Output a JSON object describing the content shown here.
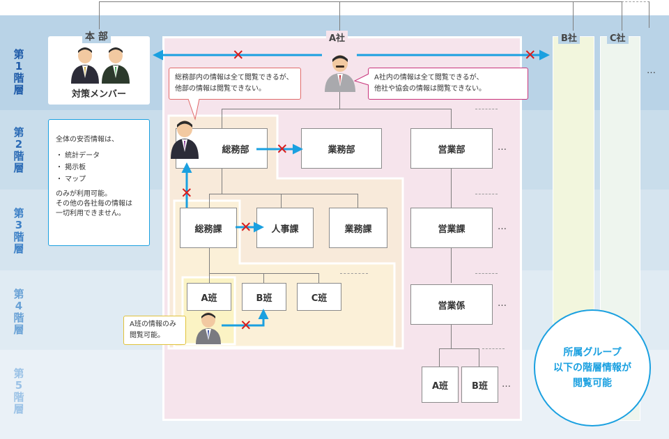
{
  "levels": [
    {
      "chars": [
        "第",
        "1",
        "階",
        "層"
      ],
      "color": "#1e5aa8"
    },
    {
      "chars": [
        "第",
        "2",
        "階",
        "層"
      ],
      "color": "#2a6ab5"
    },
    {
      "chars": [
        "第",
        "3",
        "階",
        "層"
      ],
      "color": "#3d80c6"
    },
    {
      "chars": [
        "第",
        "4",
        "階",
        "層"
      ],
      "color": "#6aa2d6"
    },
    {
      "chars": [
        "第",
        "5",
        "階",
        "層"
      ],
      "color": "#9bc2e6"
    }
  ],
  "honbu": {
    "title": "本 部",
    "members_label": "対策メンバー"
  },
  "honbu_info": {
    "line1": "全体の安否情報は、",
    "items": [
      "・ 統計データ",
      "・ 掲示板",
      "・ マップ"
    ],
    "line2": "のみが利用可能。",
    "line3": "その他の各社毎の情報は",
    "line4": "一切利用できません。"
  },
  "companies": {
    "a": "A社",
    "b": "B社",
    "c": "C社",
    "more": "…"
  },
  "callouts": {
    "soumubu": [
      "総務部内の情報は全て閲覧できるが、",
      "他部の情報は閲覧できない。"
    ],
    "a_company": [
      "A社内の情報は全て閲覧できるが、",
      "他社や協会の情報は閲覧できない。"
    ],
    "a_han": [
      "A班の情報のみ",
      "閲覧可能。"
    ]
  },
  "units": {
    "soumubu": "総務部",
    "gyomubu": "業務部",
    "eigyobu": "営業部",
    "soumuka": "総務課",
    "jinjika": "人事課",
    "gyomuka": "業務課",
    "eigyoka": "営業課",
    "a_han": "A班",
    "b_han": "B班",
    "c_han": "C班",
    "eigyokakari": "営業係",
    "eigyo_a_han": "A班",
    "eigyo_b_han": "B班",
    "more": "…"
  },
  "summary": [
    "所属グループ",
    "以下の階層情報が",
    "閲覧可能"
  ],
  "colors": {
    "accent": "#1aa0e0",
    "deny": "#d81c1c",
    "a_company_bg": "#f6e4ec",
    "soumubu_bg": "#f8eada",
    "a_han_bg": "#fbf3c4"
  }
}
